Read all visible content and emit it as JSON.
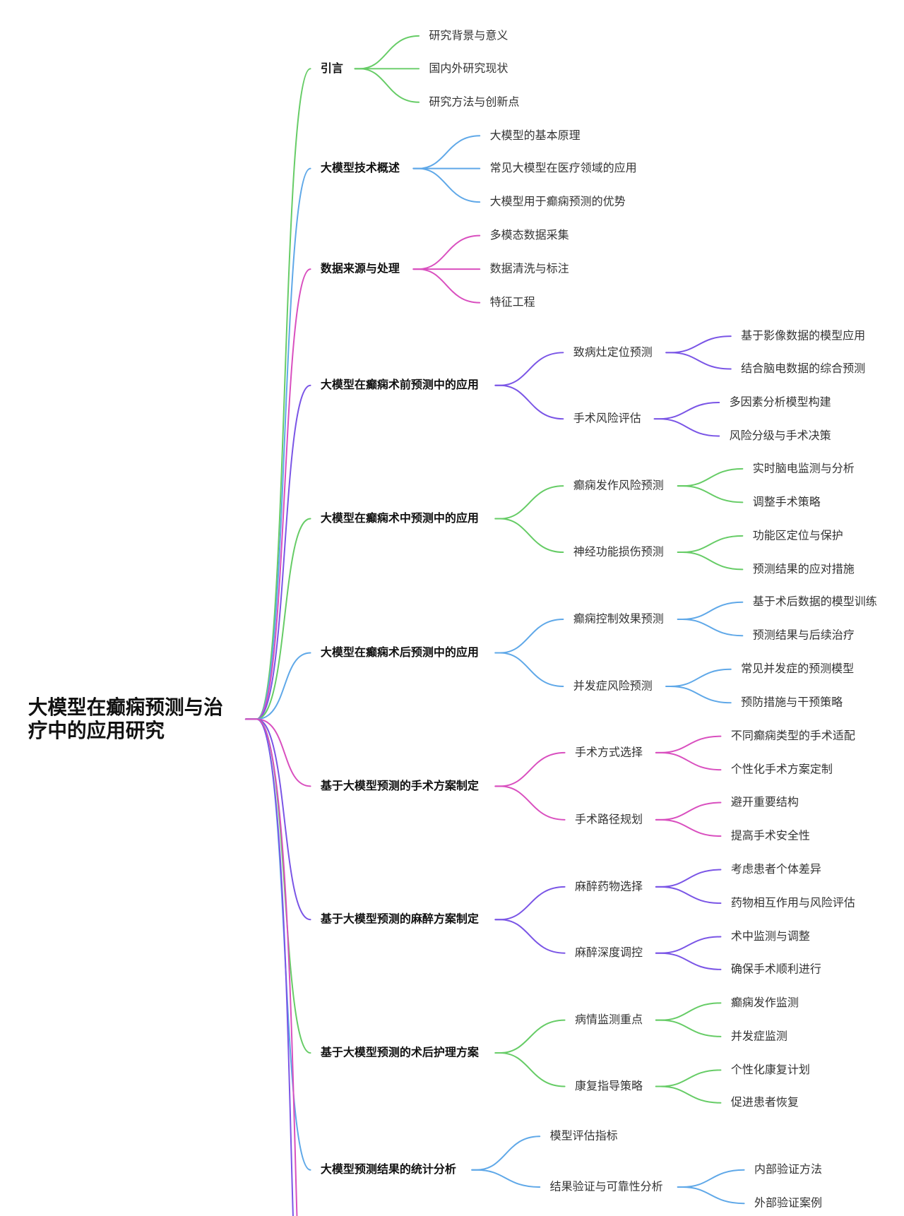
{
  "root": {
    "line1": "大模型在癫痫预测与治",
    "line2": "疗中的应用研究"
  },
  "colors": {
    "green": "#66cc66",
    "blue": "#5fa8e8",
    "magenta": "#d94fbf",
    "purple": "#7a55e6"
  },
  "branches": [
    {
      "label": "引言",
      "color": "green",
      "children": [
        {
          "label": "研究背景与意义"
        },
        {
          "label": "国内外研究现状"
        },
        {
          "label": "研究方法与创新点"
        }
      ]
    },
    {
      "label": "大模型技术概述",
      "color": "blue",
      "children": [
        {
          "label": "大模型的基本原理"
        },
        {
          "label": "常见大模型在医疗领域的应用"
        },
        {
          "label": "大模型用于癫痫预测的优势"
        }
      ]
    },
    {
      "label": "数据来源与处理",
      "color": "magenta",
      "children": [
        {
          "label": "多模态数据采集"
        },
        {
          "label": "数据清洗与标注"
        },
        {
          "label": "特征工程"
        }
      ]
    },
    {
      "label": "大模型在癫痫术前预测中的应用",
      "color": "purple",
      "children": [
        {
          "label": "致病灶定位预测",
          "children": [
            {
              "label": "基于影像数据的模型应用"
            },
            {
              "label": "结合脑电数据的综合预测"
            }
          ]
        },
        {
          "label": "手术风险评估",
          "children": [
            {
              "label": "多因素分析模型构建"
            },
            {
              "label": "风险分级与手术决策"
            }
          ]
        }
      ]
    },
    {
      "label": "大模型在癫痫术中预测中的应用",
      "color": "green",
      "children": [
        {
          "label": "癫痫发作风险预测",
          "children": [
            {
              "label": "实时脑电监测与分析"
            },
            {
              "label": "调整手术策略"
            }
          ]
        },
        {
          "label": "神经功能损伤预测",
          "children": [
            {
              "label": "功能区定位与保护"
            },
            {
              "label": "预测结果的应对措施"
            }
          ]
        }
      ]
    },
    {
      "label": "大模型在癫痫术后预测中的应用",
      "color": "blue",
      "children": [
        {
          "label": "癫痫控制效果预测",
          "children": [
            {
              "label": "基于术后数据的模型训练"
            },
            {
              "label": "预测结果与后续治疗"
            }
          ]
        },
        {
          "label": "并发症风险预测",
          "children": [
            {
              "label": "常见并发症的预测模型"
            },
            {
              "label": "预防措施与干预策略"
            }
          ]
        }
      ]
    },
    {
      "label": "基于大模型预测的手术方案制定",
      "color": "magenta",
      "children": [
        {
          "label": "手术方式选择",
          "children": [
            {
              "label": "不同癫痫类型的手术适配"
            },
            {
              "label": "个性化手术方案定制"
            }
          ]
        },
        {
          "label": "手术路径规划",
          "children": [
            {
              "label": "避开重要结构"
            },
            {
              "label": "提高手术安全性"
            }
          ]
        }
      ]
    },
    {
      "label": "基于大模型预测的麻醉方案制定",
      "color": "purple",
      "children": [
        {
          "label": "麻醉药物选择",
          "children": [
            {
              "label": "考虑患者个体差异"
            },
            {
              "label": "药物相互作用与风险评估"
            }
          ]
        },
        {
          "label": "麻醉深度调控",
          "children": [
            {
              "label": "术中监测与调整"
            },
            {
              "label": "确保手术顺利进行"
            }
          ]
        }
      ]
    },
    {
      "label": "基于大模型预测的术后护理方案",
      "color": "green",
      "children": [
        {
          "label": "病情监测重点",
          "children": [
            {
              "label": "癫痫发作监测"
            },
            {
              "label": "并发症监测"
            }
          ]
        },
        {
          "label": "康复指导策略",
          "children": [
            {
              "label": "个性化康复计划"
            },
            {
              "label": "促进患者恢复"
            }
          ]
        }
      ]
    },
    {
      "label": "大模型预测结果的统计分析",
      "color": "blue",
      "children": [
        {
          "label": "模型评估指标"
        },
        {
          "label": "结果验证与可靠性分析",
          "children": [
            {
              "label": "内部验证方法"
            },
            {
              "label": "外部验证案例"
            }
          ]
        }
      ]
    }
  ]
}
